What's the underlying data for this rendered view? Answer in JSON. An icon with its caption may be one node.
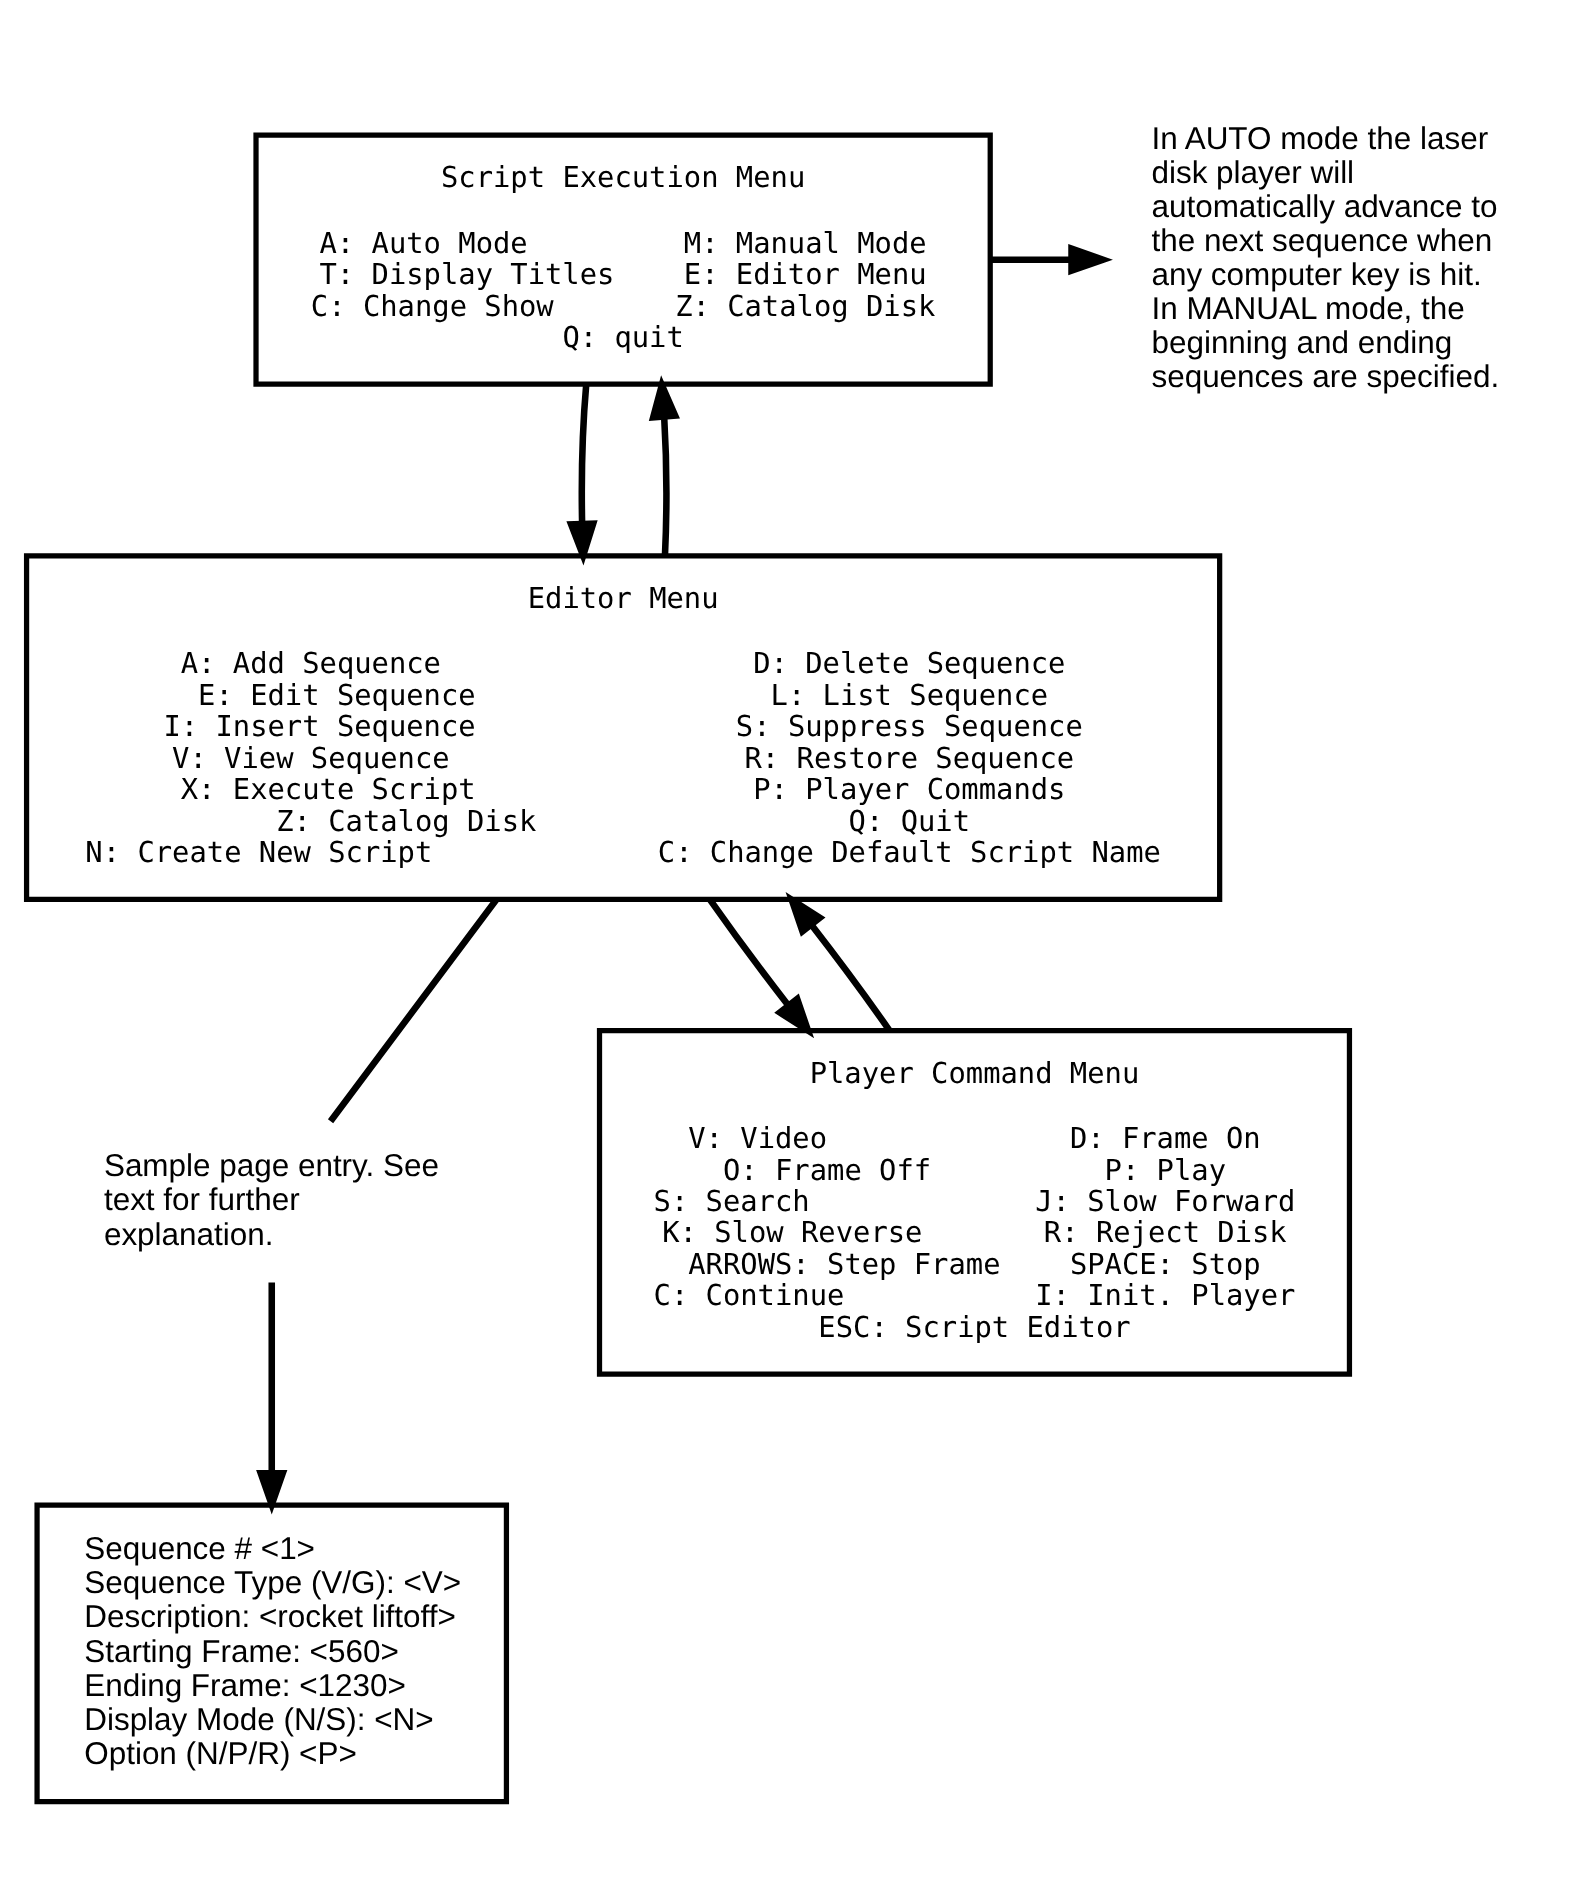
{
  "diagram": {
    "nodes": [
      {
        "text": [
          "Script Execution Menu",
          "A: Auto Mode",
          "M: Manual Mode",
          "T: Display Titles",
          "E: Editor Menu",
          "C: Change Show",
          "Z: Catalog Disk",
          "Q: quit"
        ]
      },
      {
        "text": [
          "In AUTO mode the laser disk player will automatically advance to the next sequence when any computer key is hit. In MANUAL mode, the beginning and ending sequences are specified."
        ]
      },
      {
        "text": [
          "Editor Menu",
          "A: Add Sequence",
          "D: Delete Sequence",
          "E: Edit Sequence",
          "L: List Sequence",
          "I: Insert Sequence",
          "S: Suppress Sequence",
          "V: View Sequence",
          "R: Restore Sequence",
          "X: Execute Script",
          "P: Player Commands",
          "Z: Catalog Disk",
          "Q: Quit",
          "N: Create New Script",
          "C: Change Default Script Name"
        ]
      },
      {
        "text": [
          "Sample page entry. See text for further explanation."
        ]
      },
      {
        "text": [
          "Sequence # <1>",
          "Sequence Type (V/G): <V>",
          "Description: <rocket liftoff>",
          "Starting Frame: <560>",
          "Ending Frame: <1230>",
          "Display Mode (N/S): <N>",
          "Option (N/P/R) <P>"
        ]
      },
      {
        "text": [
          "Player Command Menu",
          "V: Video",
          "D: Frame On",
          "O: Frame Off",
          "P: Play",
          "S: Search",
          "J: Slow Forward",
          "K: Slow Reverse",
          "R: Reject Disk",
          "ARROWS: Step Frame",
          "SPACE: Stop",
          "C: Continue",
          "I: Init. Player",
          "ESC: Script Editor"
        ]
      }
    ],
    "edges": [
      {
        "from": 0,
        "to": 1,
        "arrow": "to"
      },
      {
        "from": 0,
        "to": 2,
        "arrow": "to"
      },
      {
        "from": 2,
        "to": 0,
        "arrow": "to"
      },
      {
        "from": 2,
        "to": 3,
        "arrow": "none"
      },
      {
        "from": 3,
        "to": 4,
        "arrow": "to"
      },
      {
        "from": 2,
        "to": 5,
        "arrow": "to"
      },
      {
        "from": 5,
        "to": 2,
        "arrow": "to"
      }
    ]
  }
}
